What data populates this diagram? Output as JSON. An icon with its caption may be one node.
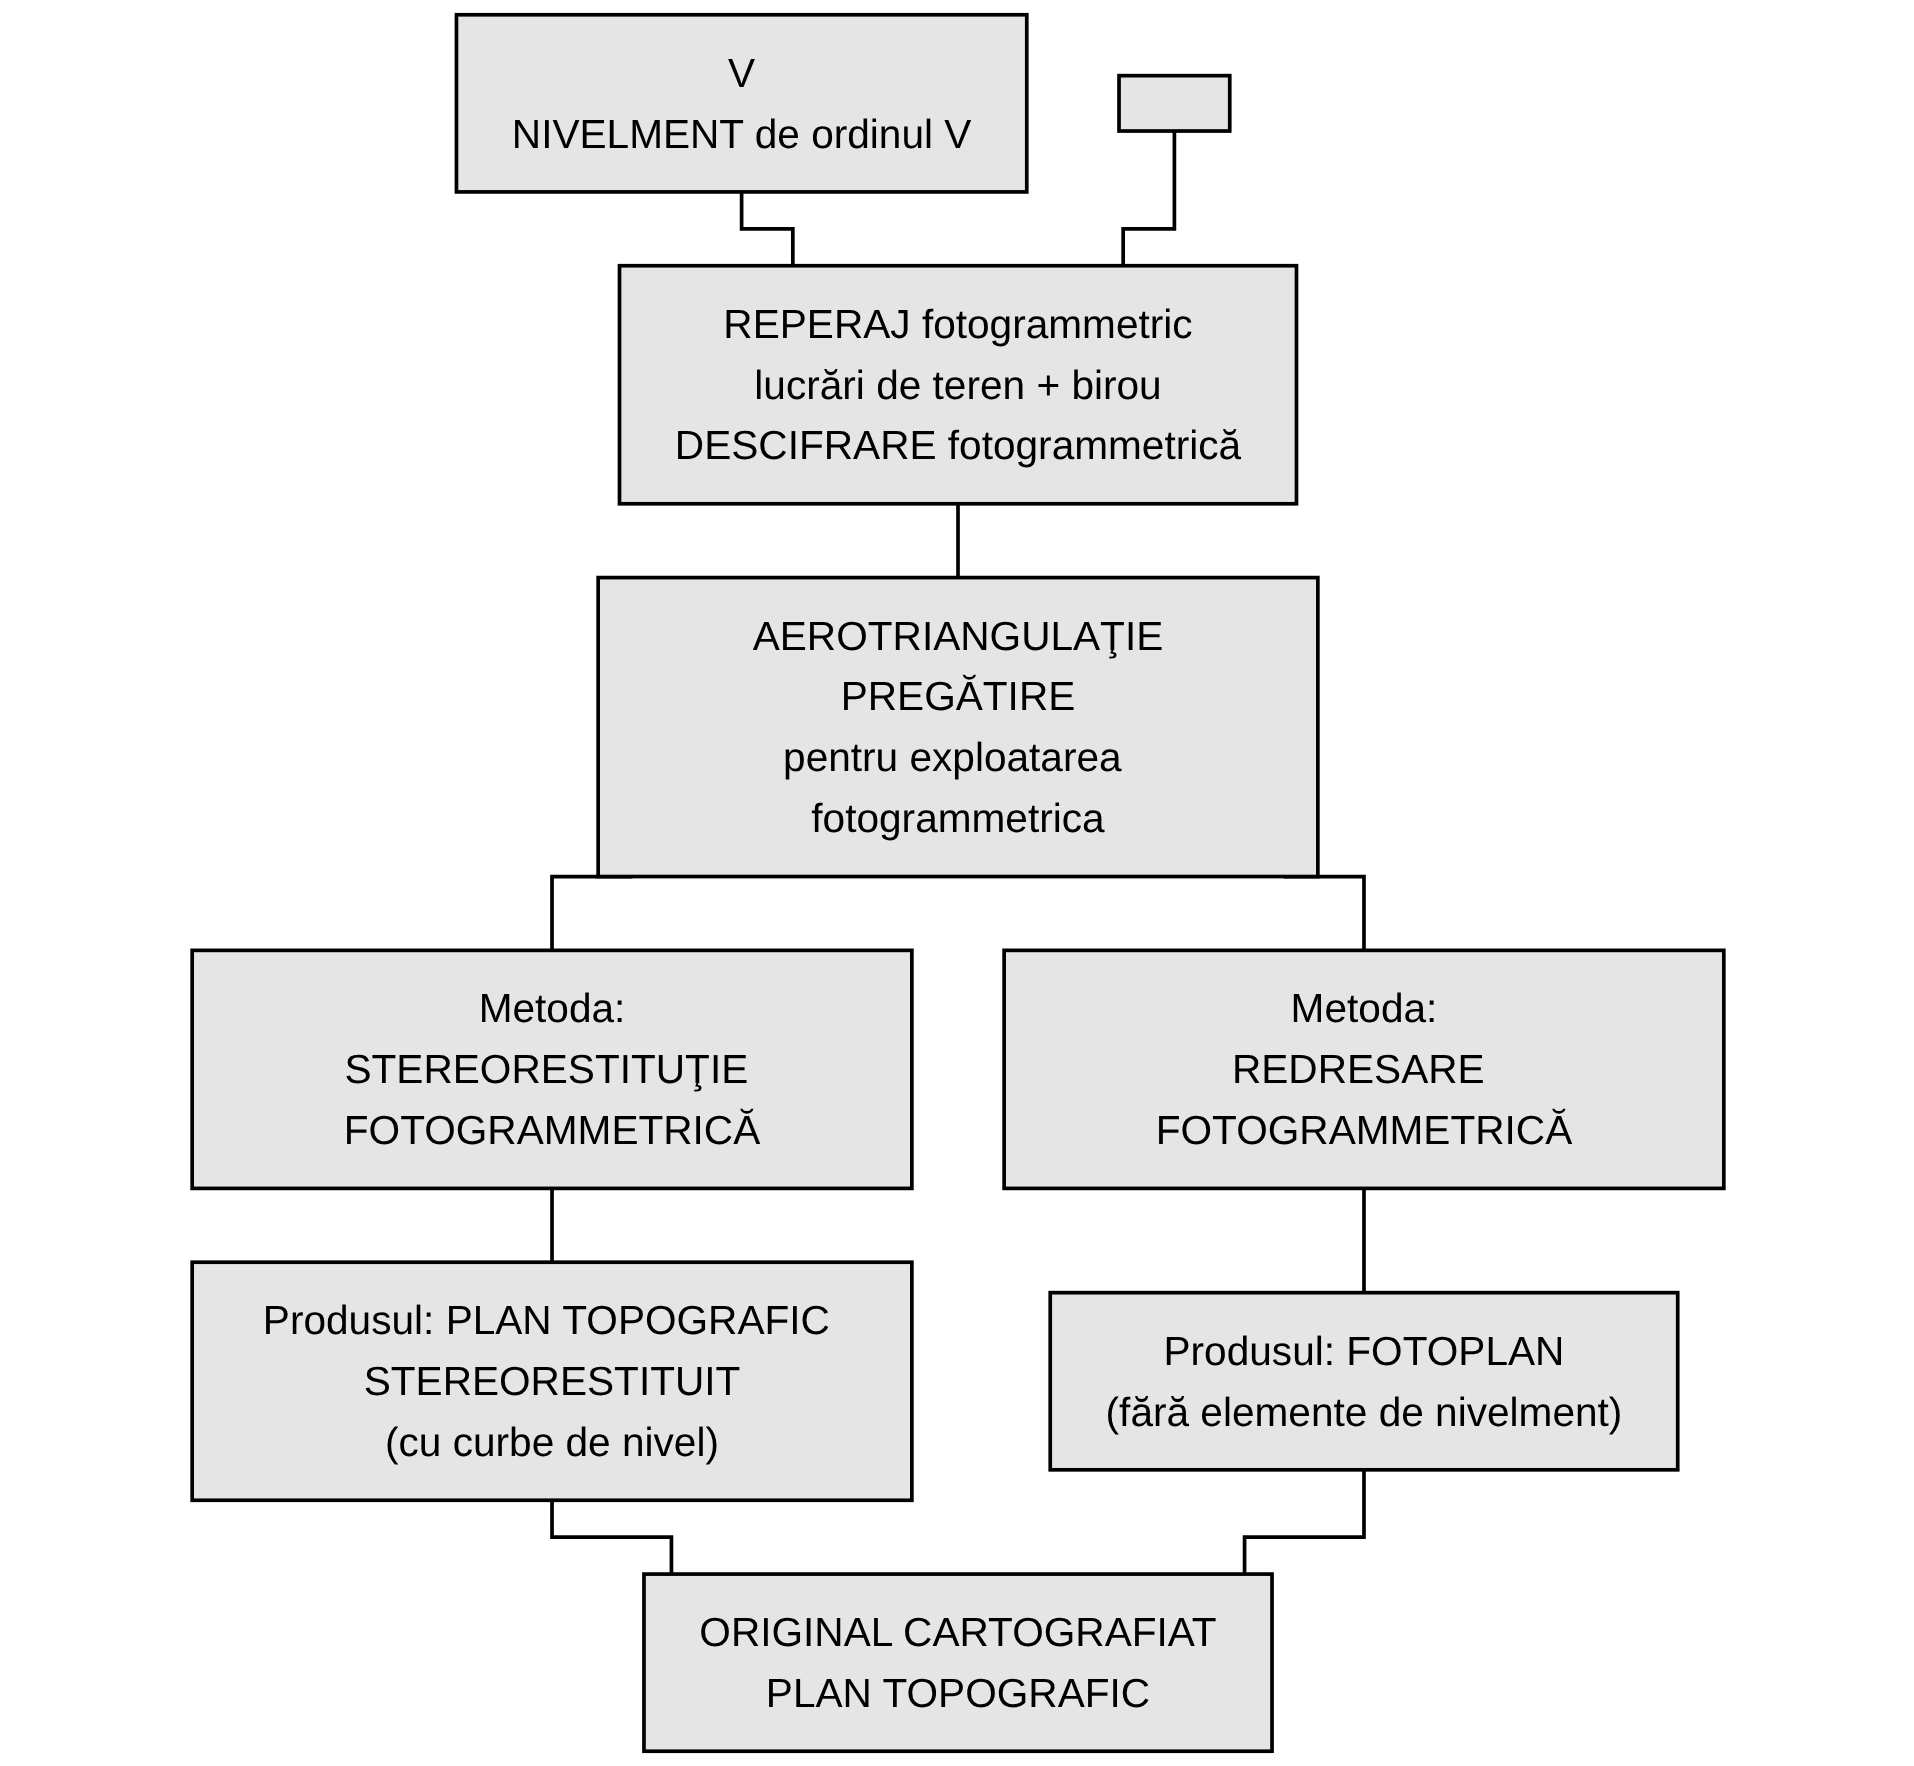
{
  "diagram": {
    "nodes": [
      {
        "text": [
          "V",
          "NIVELMENT de ordinul V"
        ]
      },
      {
        "text": [],
        "shape": "box"
      },
      {
        "text": [
          "REPERAJ fotogrammetric",
          "lucrări de teren + birou",
          "DESCIFRARE fotogrammetrică"
        ]
      },
      {
        "text": [
          "AEROTRIANGULAŢIE",
          "PREGĂTIRE",
          "pentru exploatarea fotogrammetrica"
        ]
      },
      {
        "text": [
          "Metoda:",
          "STEREORESTITUŢIE FOTOGRAMMETRICĂ"
        ]
      },
      {
        "text": [
          "Metoda:",
          "REDRESARE FOTOGRAMMETRICĂ"
        ]
      },
      {
        "text": [
          "Produsul: PLAN TOPOGRAFIC STEREORESTITUIT",
          "(cu curbe de nivel)"
        ]
      },
      {
        "text": [
          "Produsul: FOTOPLAN",
          "(fără elemente de nivelment)"
        ]
      },
      {
        "text": [
          "ORIGINAL CARTOGRAFIAT",
          "PLAN TOPOGRAFIC"
        ]
      }
    ],
    "edges": [
      {
        "from": 0,
        "to": 2,
        "arrow": "none"
      },
      {
        "from": 1,
        "to": 2,
        "arrow": "none"
      },
      {
        "from": 2,
        "to": 3,
        "arrow": "none"
      },
      {
        "from": 3,
        "to": 4,
        "arrow": "none"
      },
      {
        "from": 3,
        "to": 5,
        "arrow": "none"
      },
      {
        "from": 4,
        "to": 6,
        "arrow": "none"
      },
      {
        "from": 5,
        "to": 7,
        "arrow": "none"
      },
      {
        "from": 6,
        "to": 8,
        "arrow": "none"
      },
      {
        "from": 7,
        "to": 8,
        "arrow": "none"
      }
    ]
  }
}
